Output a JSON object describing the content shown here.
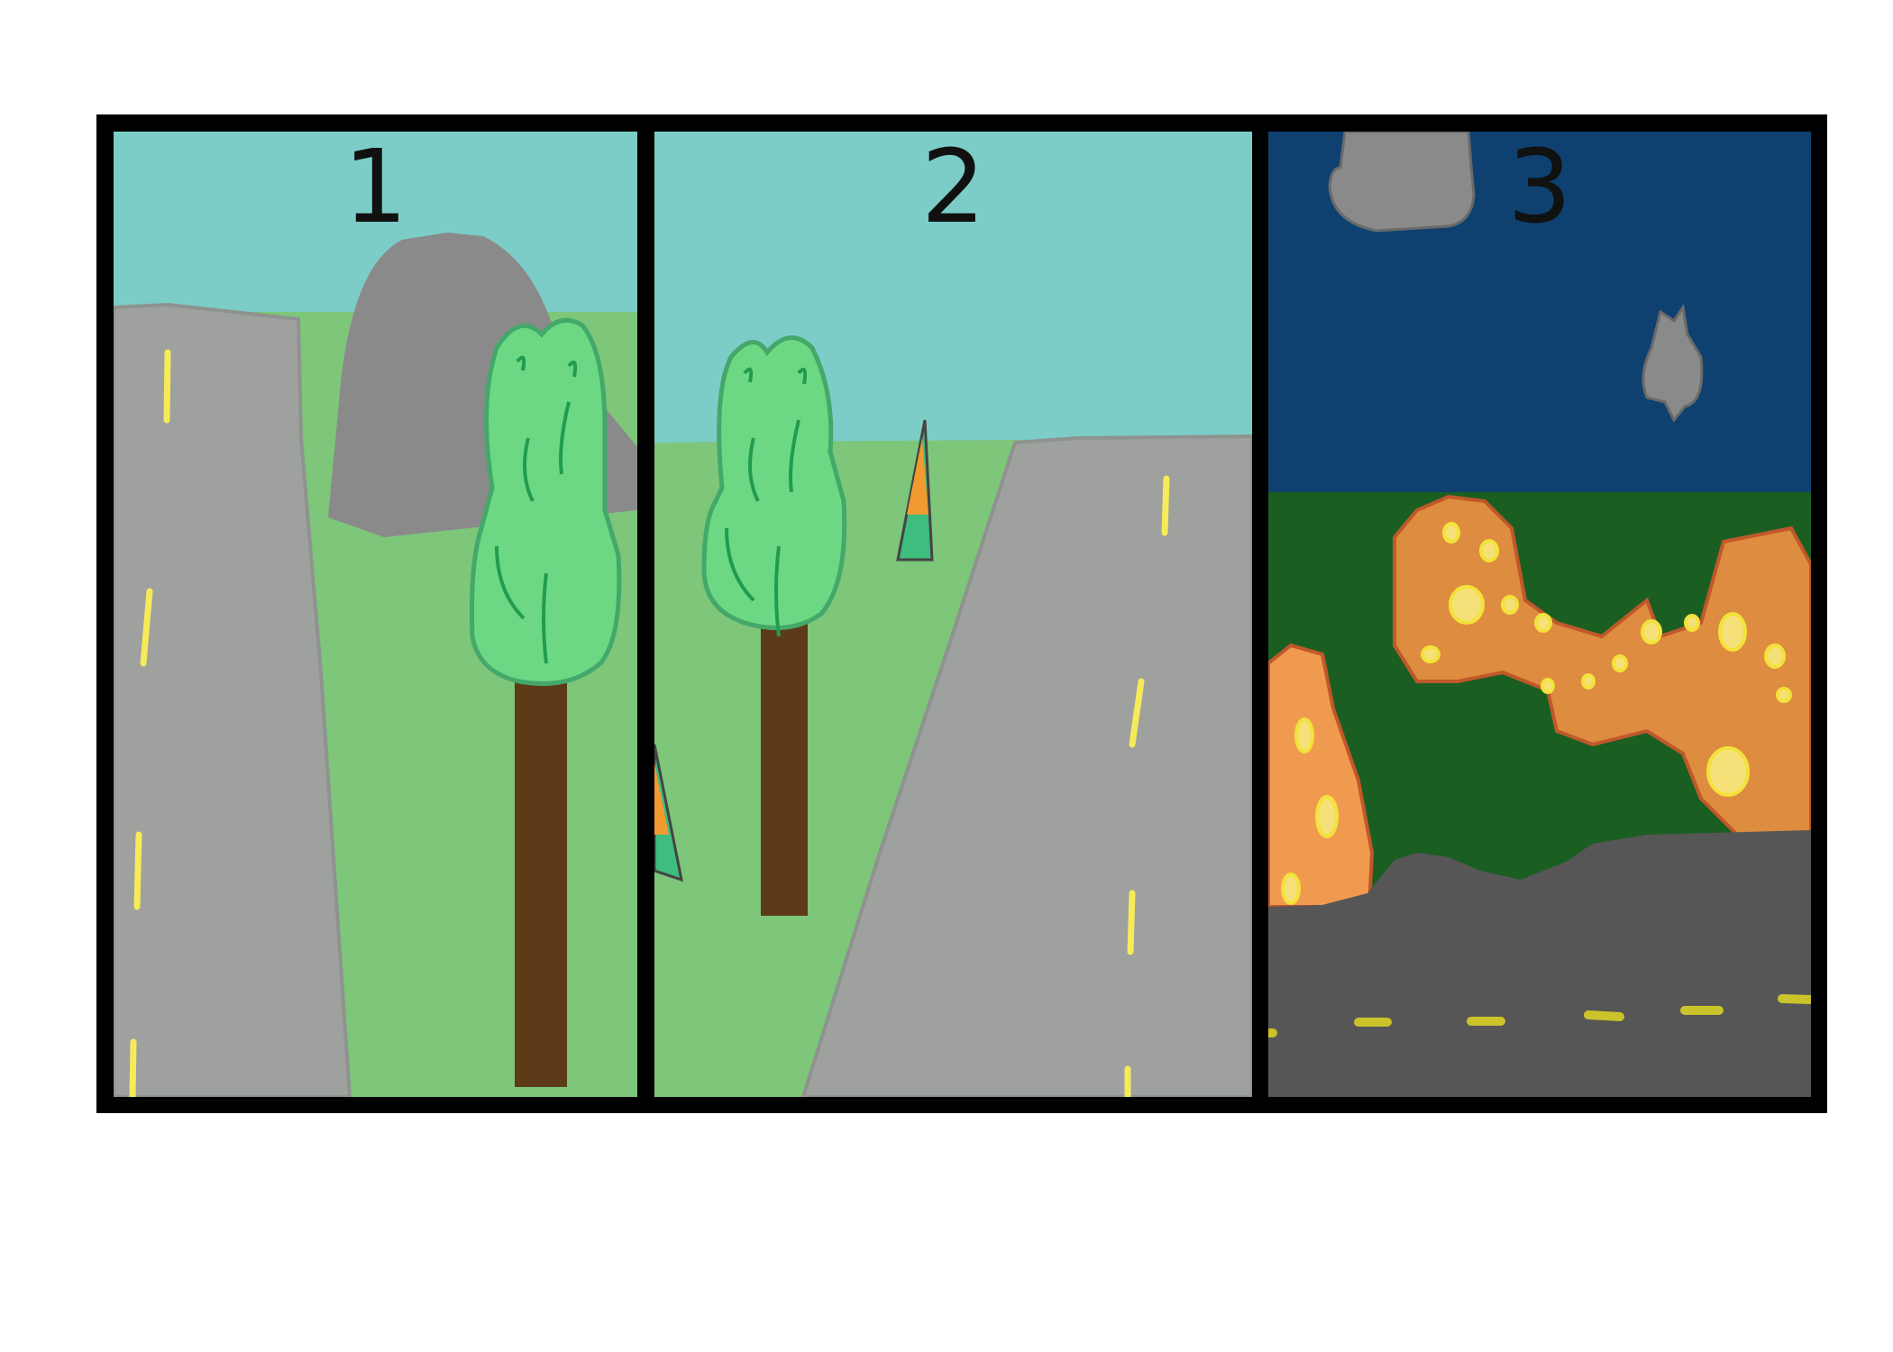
{
  "panels": [
    {
      "number": "1"
    },
    {
      "number": "2"
    },
    {
      "number": "3"
    }
  ],
  "colors": {
    "frame": "#000000",
    "sky_day": "#7ccdc8",
    "grass_day": "#7dc67a",
    "road_day": "#9ea19e",
    "road_line": "#f6ea5a",
    "mountain": "#8a8a8a",
    "tree_leaves": "#6cd884",
    "tree_trunk": "#5d3a18",
    "sky_night": "#0e4170",
    "grass_night": "#1a5e22",
    "road_night": "#565656",
    "fire": "#de8c40",
    "fire_spots": "#f6e07a"
  }
}
